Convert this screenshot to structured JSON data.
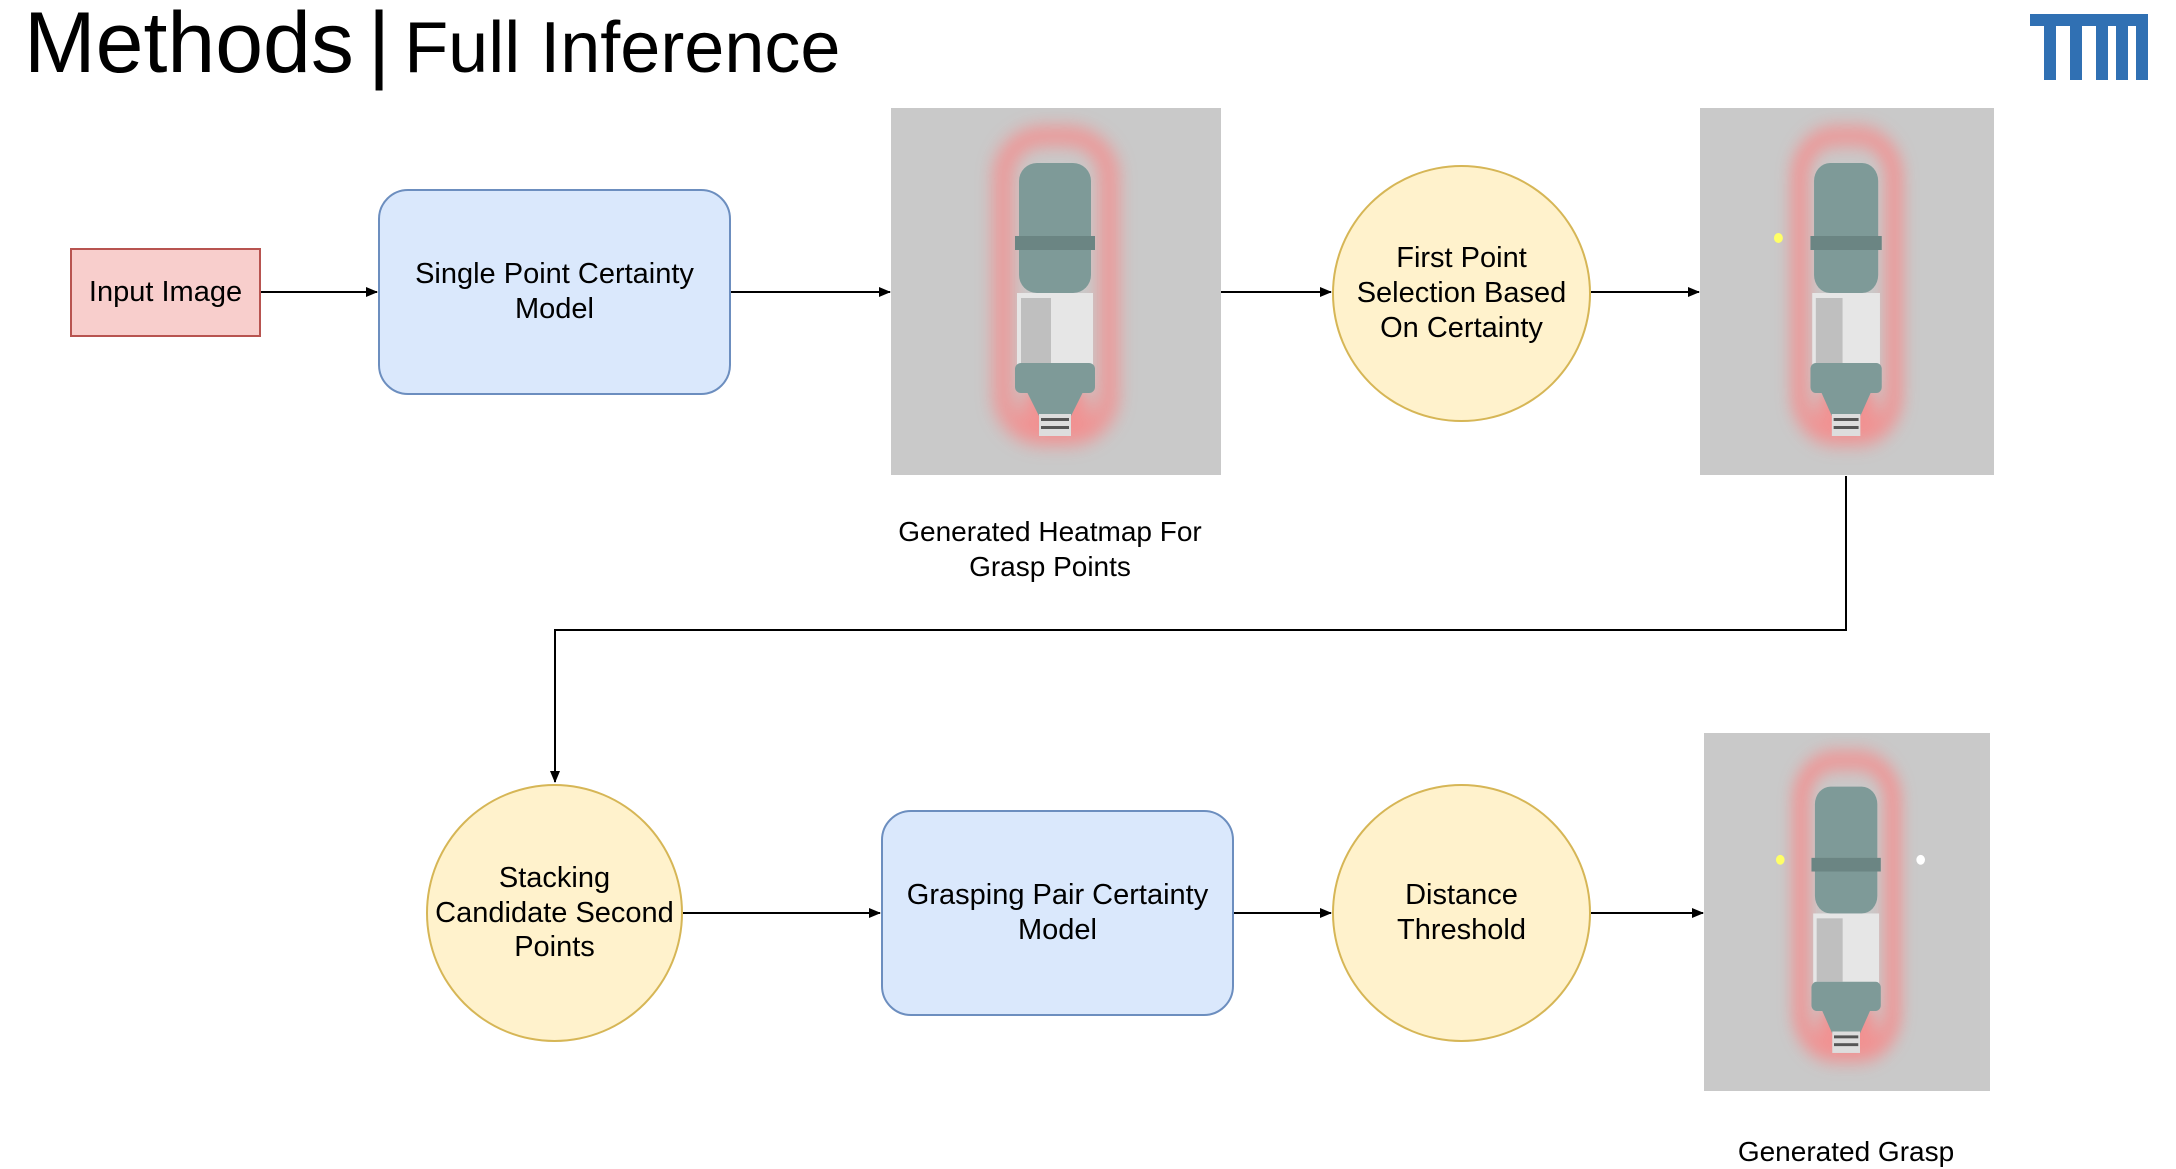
{
  "title": {
    "main": "Methods",
    "separator": "|",
    "sub": "Full Inference"
  },
  "logo": {
    "icon": "tum-logo",
    "text": "TUM",
    "color": "#3070b3"
  },
  "nodes": {
    "input_image": "Input Image",
    "single_point_model": "Single Point Certainty\nModel",
    "first_point_selection": "First Point\nSelection Based\nOn Certainty",
    "stacking_second_points": "Stacking\nCandidate Second\nPoints",
    "grasping_pair_model": "Grasping Pair Certainty\nModel",
    "distance_threshold": "Distance\nThreshold"
  },
  "captions": {
    "heatmap": "Generated Heatmap For\nGrasp Points",
    "grasp": "Generated Grasp"
  },
  "colors": {
    "input_fill": "#f8cecc",
    "input_border": "#b85450",
    "model_fill": "#dae8fc",
    "model_border": "#6c8ebf",
    "circle_fill": "#fff2cc",
    "circle_border": "#d6b656",
    "heatmap": "#ff7f7f",
    "panel_background": "#c9c9c9",
    "first_point_marker": "#ffff66",
    "second_point_marker": "#ffffff"
  },
  "images": [
    {
      "name": "heatmap-image",
      "markers": []
    },
    {
      "name": "first-point-image",
      "markers": [
        "first"
      ]
    },
    {
      "name": "grasp-result-image",
      "markers": [
        "first",
        "second"
      ]
    }
  ]
}
